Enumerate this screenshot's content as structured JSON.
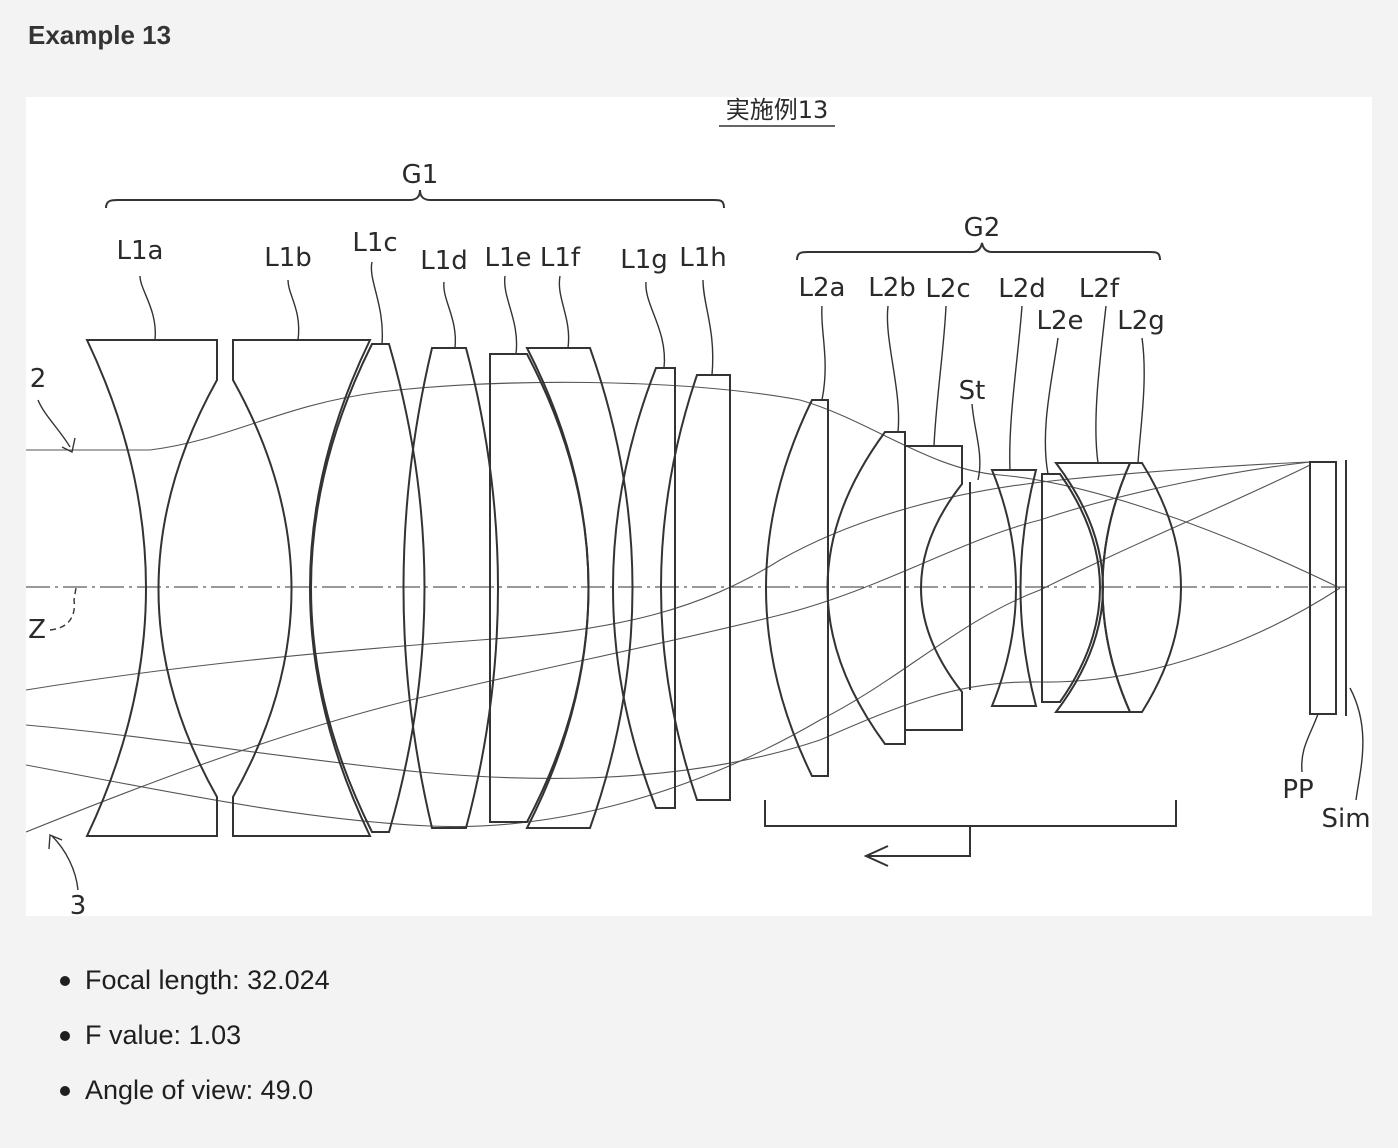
{
  "heading": "Example 13",
  "figure": {
    "title": "実施例13",
    "groups": [
      {
        "name": "G1"
      },
      {
        "name": "G2"
      }
    ],
    "lens_labels": [
      {
        "text": "L1a"
      },
      {
        "text": "L1b"
      },
      {
        "text": "L1c"
      },
      {
        "text": "L1d"
      },
      {
        "text": "L1e"
      },
      {
        "text": "L1f"
      },
      {
        "text": "L1g"
      },
      {
        "text": "L1h"
      },
      {
        "text": "L2a"
      },
      {
        "text": "L2b"
      },
      {
        "text": "L2c"
      },
      {
        "text": "L2d"
      },
      {
        "text": "L2e"
      },
      {
        "text": "L2f"
      },
      {
        "text": "L2g"
      }
    ],
    "stop_label": "St",
    "axis_label": "Z",
    "ray_labels": [
      "2",
      "3"
    ],
    "plate_label": "PP",
    "image_label": "Sim"
  },
  "specs": [
    {
      "label": "Focal length:",
      "value": "32.024"
    },
    {
      "label": "F value:",
      "value": "1.03"
    },
    {
      "label": "Angle of view:",
      "value": "49.0"
    }
  ]
}
